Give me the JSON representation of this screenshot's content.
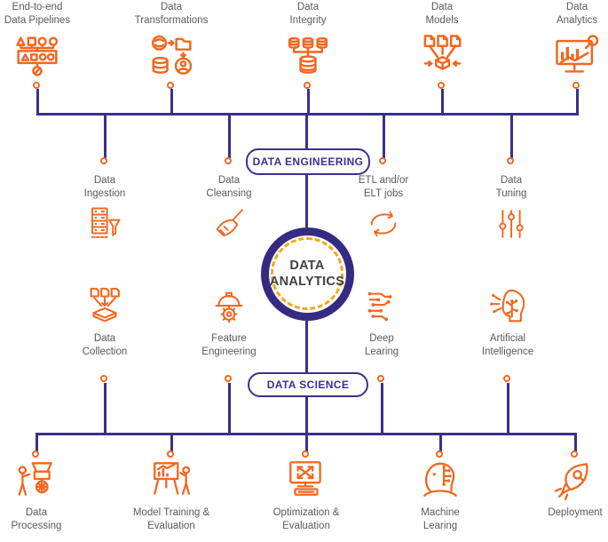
{
  "center_circle": {
    "label": "DATA\nANALYTICS"
  },
  "badges": {
    "data_engineering": "DATA ENGINEERING",
    "data_science": "DATA SCIENCE"
  },
  "top_row": {
    "items": [
      {
        "label": "End-to-end\nData Pipelines",
        "icon": "end-to-end-data-pipelines-icon"
      },
      {
        "label": "Data\nTransformations",
        "icon": "data-transformations-icon"
      },
      {
        "label": "Data\nIntegrity",
        "icon": "data-integrity-icon"
      },
      {
        "label": "Data\nModels",
        "icon": "data-models-icon"
      },
      {
        "label": "Data\nAnalytics",
        "icon": "data-analytics-icon"
      }
    ]
  },
  "upper_middle_row": {
    "items": [
      {
        "label": "Data\nIngestion",
        "icon": "data-ingestion-icon"
      },
      {
        "label": "Data\nCleansing",
        "icon": "data-cleansing-icon"
      },
      {
        "label": "ETL and/or\nELT jobs",
        "icon": "etl-elt-jobs-icon"
      },
      {
        "label": "Data\nTuning",
        "icon": "data-tuning-icon"
      }
    ]
  },
  "lower_middle_row": {
    "items": [
      {
        "label": "Data\nCollection",
        "icon": "data-collection-icon"
      },
      {
        "label": "Feature\nEngineering",
        "icon": "feature-engineering-icon"
      },
      {
        "label": "Deep\nLearing",
        "icon": "deep-learning-icon"
      },
      {
        "label": "Artificial\nIntelligence",
        "icon": "artificial-intelligence-icon"
      }
    ]
  },
  "bottom_row": {
    "items": [
      {
        "label": "Data\nProcessing",
        "icon": "data-processing-icon"
      },
      {
        "label": "Model Training &\nEvaluation",
        "icon": "model-training-evaluation-icon"
      },
      {
        "label": "Optimization &\nEvaluation",
        "icon": "optimization-evaluation-icon"
      },
      {
        "label": "Machine\nLearing",
        "icon": "machine-learning-icon"
      },
      {
        "label": "Deployment",
        "icon": "deployment-icon"
      }
    ]
  },
  "colors": {
    "icon_orange": "#F2671F",
    "line_purple": "#39308A",
    "badge_purple": "#3D2F8F",
    "dashed_gold": "#F5A81B",
    "label_gray": "#58595B"
  }
}
